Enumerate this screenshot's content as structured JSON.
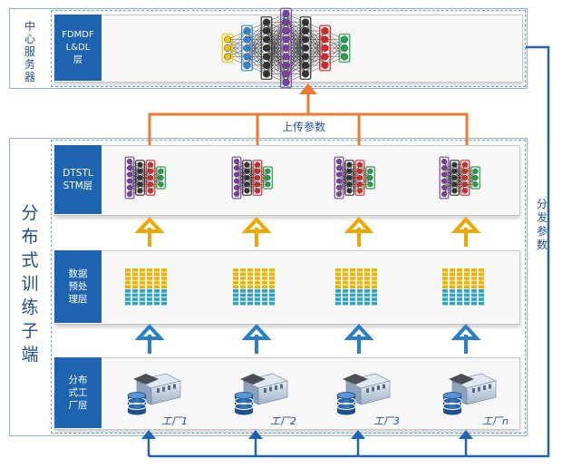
{
  "central": {
    "side_label": [
      "中",
      "心",
      "服",
      "务",
      "器"
    ],
    "layer_label": "FDMDF\nL&DL\n层"
  },
  "upload_label": "上传参数",
  "distribute_label": [
    "分",
    "发",
    "参",
    "数"
  ],
  "client": {
    "side_label": [
      "分",
      "布",
      "式",
      "训",
      "练",
      "子",
      "端"
    ],
    "layers": [
      {
        "label": "DTSTL\nSTM层"
      },
      {
        "label": "数据\n预处\n理层"
      },
      {
        "label": "分布\n式工\n厂层"
      }
    ],
    "factories": [
      "工厂1",
      "工厂2",
      "工厂3",
      "工厂n"
    ]
  },
  "colors": {
    "label_bg": "#1f64b0",
    "upload_arrow": "#f07a32",
    "data_arrow": "#f0a500",
    "feedback_arrow": "#1f64b0",
    "input_arrow": "#2a80c8"
  },
  "icons": [
    "neural-network-icon",
    "data-bars-icon",
    "factory-icon",
    "database-icon"
  ]
}
